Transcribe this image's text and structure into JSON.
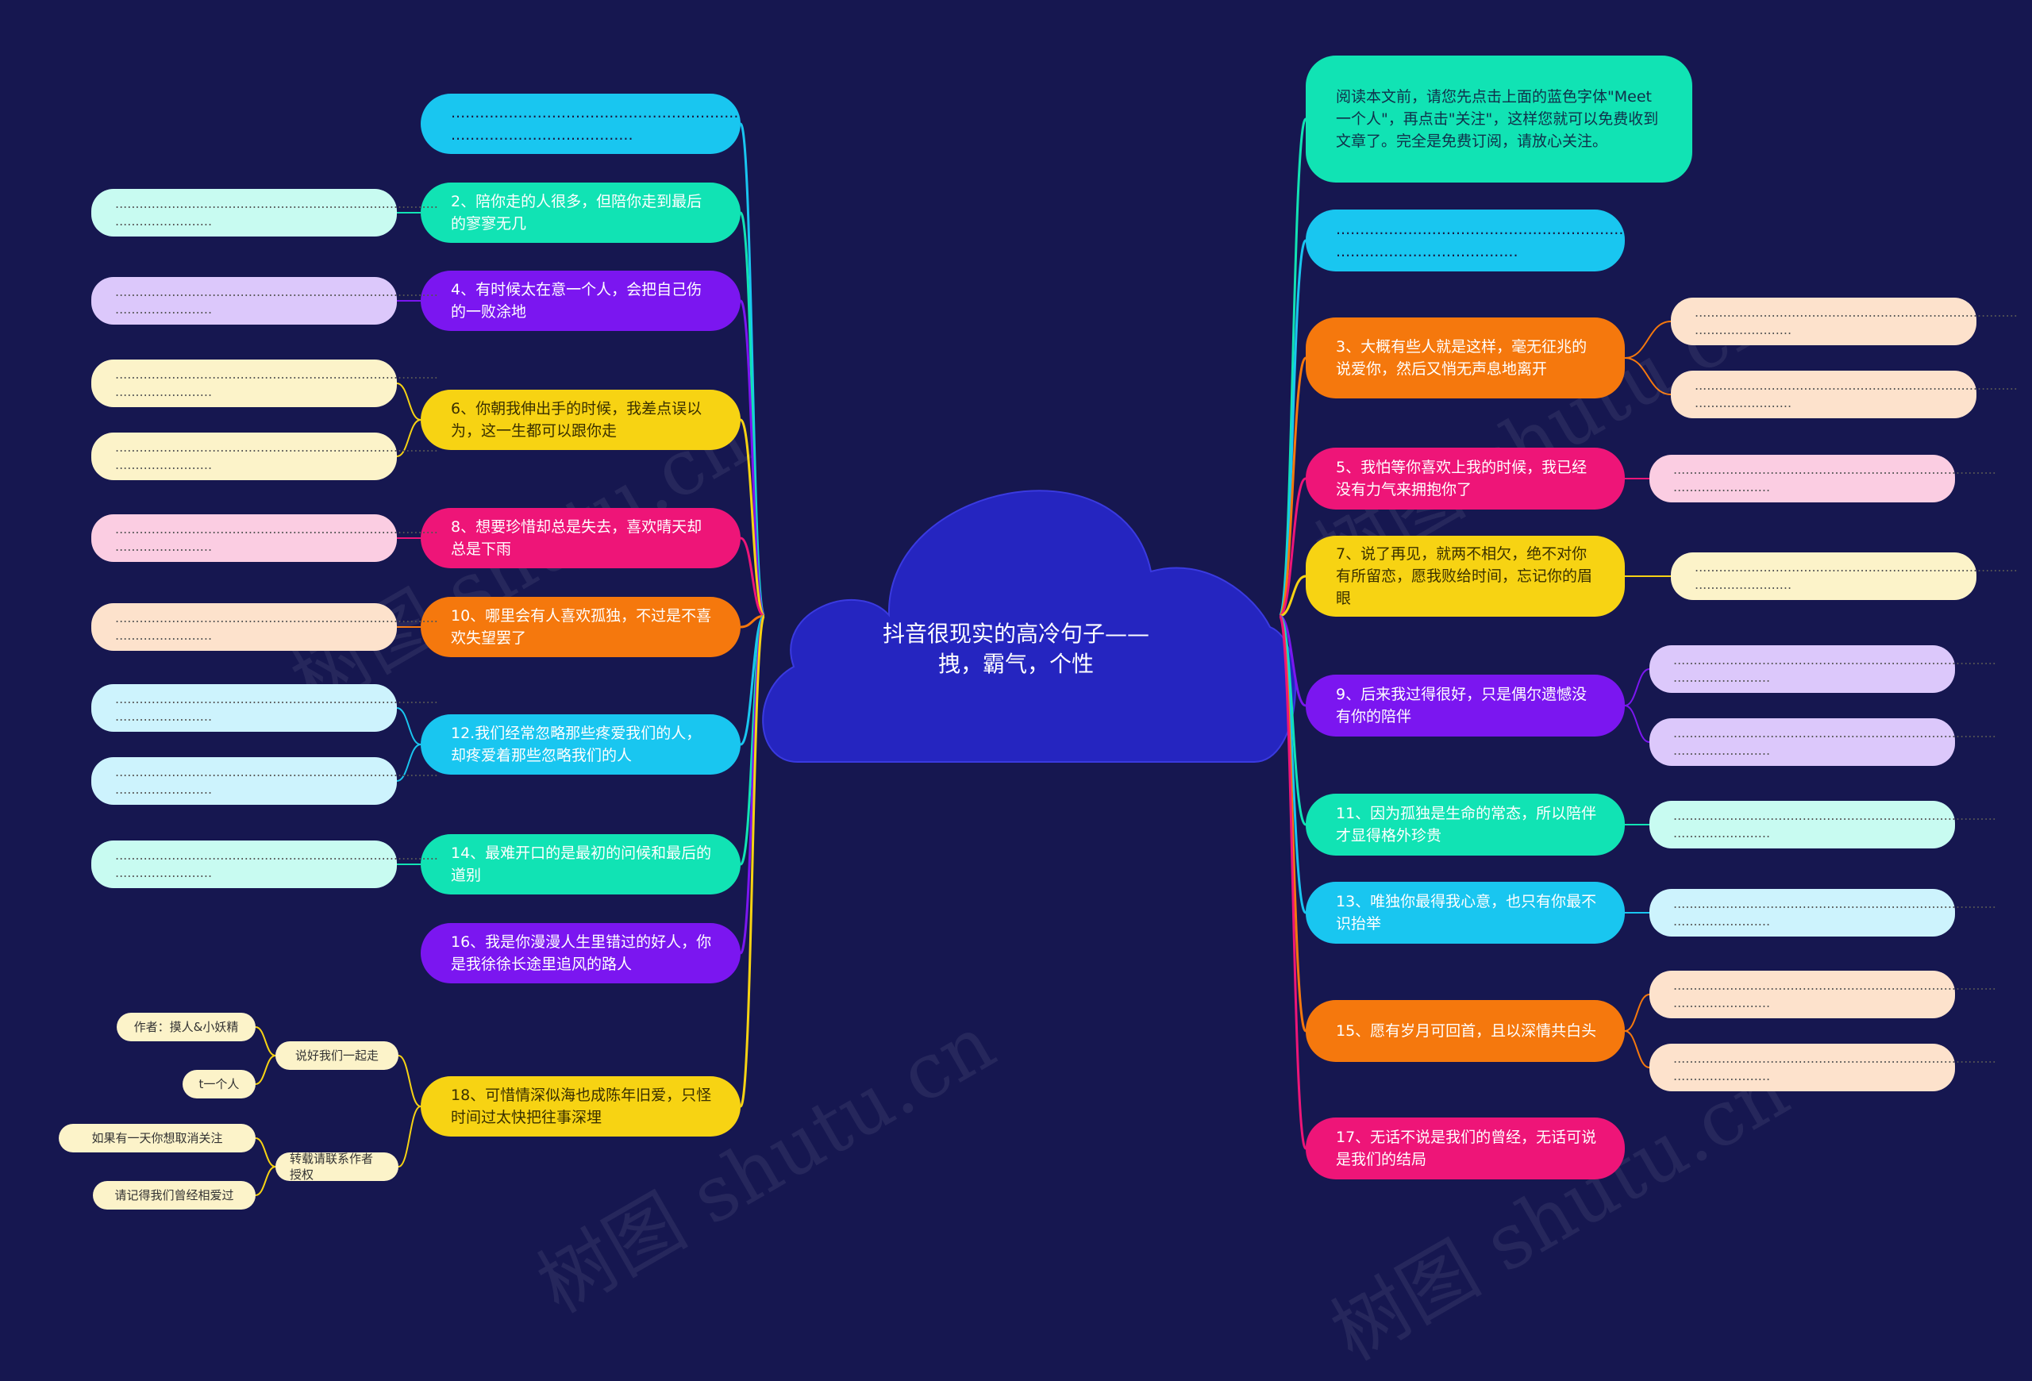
{
  "center": {
    "title": "抖音很现实的高冷句子——拽，霸气，个性",
    "color": "#2525c0"
  },
  "watermarks": [
    "树图 shutu.cn",
    "树图 shutu.cn",
    "树图 shutu.cn",
    "树图 shutu.cn"
  ],
  "left_branches": [
    {
      "text": "............................................................ ......................................",
      "color": "#19c6f0",
      "text_color": "#1a1a40",
      "children": []
    },
    {
      "text": "2、陪你走的人很多，但陪你走到最后的寥寥无几",
      "color": "#11e3b4",
      "children": [
        {
          "text": "................................................................................ ........................",
          "color": "#c8fbf1"
        }
      ]
    },
    {
      "text": "4、有时候太在意一个人，会把自己伤的一败涂地",
      "color": "#7b16f0",
      "children": [
        {
          "text": "................................................................................ ........................",
          "color": "#dcc8fb"
        }
      ]
    },
    {
      "text": "6、你朝我伸出手的时候，我差点误以为，这一生都可以跟你走",
      "color": "#f7d313",
      "text_color": "#3a3000",
      "children": [
        {
          "text": "................................................................................ ........................",
          "color": "#fcf3c9"
        },
        {
          "text": "................................................................................ ........................",
          "color": "#fcf3c9"
        }
      ]
    },
    {
      "text": "8、想要珍惜却总是失去，喜欢晴天却总是下雨",
      "color": "#ee1578",
      "children": [
        {
          "text": "................................................................................ ........................",
          "color": "#fbcde2"
        }
      ]
    },
    {
      "text": "10、哪里会有人喜欢孤独，不过是不喜欢失望罢了",
      "color": "#f5780d",
      "children": [
        {
          "text": "................................................................................ ........................",
          "color": "#fde2cc"
        }
      ]
    },
    {
      "text": "12.我们经常忽略那些疼爱我们的人，却疼爱着那些忽略我们的人",
      "color": "#19c6f0",
      "children": [
        {
          "text": "................................................................................ ........................",
          "color": "#cdf3fd"
        },
        {
          "text": "................................................................................ ........................",
          "color": "#cdf3fd"
        }
      ]
    },
    {
      "text": "14、最难开口的是最初的问候和最后的道别",
      "color": "#11e3b4",
      "children": [
        {
          "text": "................................................................................ ........................",
          "color": "#c8fbf1"
        }
      ]
    },
    {
      "text": "16、我是你漫漫人生里错过的好人，你是我徐徐长途里追风的路人",
      "color": "#7b16f0",
      "children": []
    },
    {
      "text": "18、可惜情深似海也成陈年旧爱，只怪时间过太快把往事深埋",
      "color": "#f7d313",
      "text_color": "#3a3000",
      "children": [
        {
          "text": "说好我们一起走",
          "color": "#fcf3c9",
          "children": [
            {
              "text": "作者：摸人&小妖精"
            },
            {
              "text": "t一个人"
            }
          ]
        },
        {
          "text": "转载请联系作者授权",
          "color": "#fcf3c9",
          "children": [
            {
              "text": "如果有一天你想取消关注"
            },
            {
              "text": "请记得我们曾经相爱过"
            }
          ]
        }
      ]
    }
  ],
  "right_branches": [
    {
      "text": "阅读本文前，请您先点击上面的蓝色字体\"Meet一个人\"，再点击\"关注\"，这样您就可以免费收到文章了。完全是免费订阅，请放心关注。",
      "color": "#11e3b4",
      "text_color": "#10304a",
      "children": []
    },
    {
      "text": "............................................................ ......................................",
      "color": "#19c6f0",
      "text_color": "#1a1a40",
      "children": []
    },
    {
      "text": "3、大概有些人就是这样，毫无征兆的说爱你，然后又悄无声息地离开",
      "color": "#f5780d",
      "children": [
        {
          "text": "................................................................................ ........................",
          "color": "#fde2cc"
        },
        {
          "text": "................................................................................ ........................",
          "color": "#fde2cc"
        }
      ]
    },
    {
      "text": "5、我怕等你喜欢上我的时候，我已经没有力气来拥抱你了",
      "color": "#ee1578",
      "children": [
        {
          "text": "................................................................................ ........................",
          "color": "#fbcde2"
        }
      ]
    },
    {
      "text": "7、说了再见，就两不相欠，绝不对你有所留恋，愿我败给时间，忘记你的眉眼",
      "color": "#f7d313",
      "text_color": "#3a3000",
      "children": [
        {
          "text": "................................................................................ ........................",
          "color": "#fcf3c9"
        }
      ]
    },
    {
      "text": "9、后来我过得很好，只是偶尔遗憾没有你的陪伴",
      "color": "#7b16f0",
      "children": [
        {
          "text": "................................................................................ ........................",
          "color": "#dcc8fb"
        },
        {
          "text": "................................................................................ ........................",
          "color": "#dcc8fb"
        }
      ]
    },
    {
      "text": "11、因为孤独是生命的常态，所以陪伴才显得格外珍贵",
      "color": "#11e3b4",
      "children": [
        {
          "text": "................................................................................ ........................",
          "color": "#c8fbf1"
        }
      ]
    },
    {
      "text": "13、唯独你最得我心意，也只有你最不识抬举",
      "color": "#19c6f0",
      "children": [
        {
          "text": "................................................................................ ........................",
          "color": "#cdf3fd"
        }
      ]
    },
    {
      "text": "15、愿有岁月可回首，且以深情共白头",
      "color": "#f5780d",
      "children": [
        {
          "text": "................................................................................ ........................",
          "color": "#fde2cc"
        },
        {
          "text": "................................................................................ ........................",
          "color": "#fde2cc"
        }
      ]
    },
    {
      "text": "17、无话不说是我们的曾经，无话可说是我们的结局",
      "color": "#ee1578",
      "children": []
    }
  ]
}
